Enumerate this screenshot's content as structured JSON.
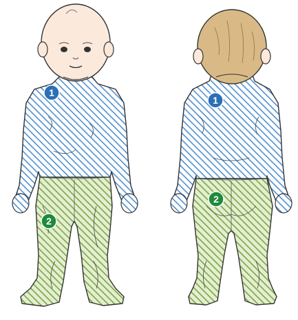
{
  "zones": [
    {
      "number": "1",
      "region": "upper-body",
      "color": "#2a6fb8",
      "hatch": "#4f8fd0",
      "fill": "#dcecfa"
    },
    {
      "number": "2",
      "region": "lower-body",
      "color": "#1f8a3c",
      "hatch": "#6a9a3a",
      "fill": "#dbe9c2"
    }
  ],
  "colors": {
    "skin": "#fbe9dc",
    "outline": "#333333",
    "hair_back": "#d9b985"
  }
}
